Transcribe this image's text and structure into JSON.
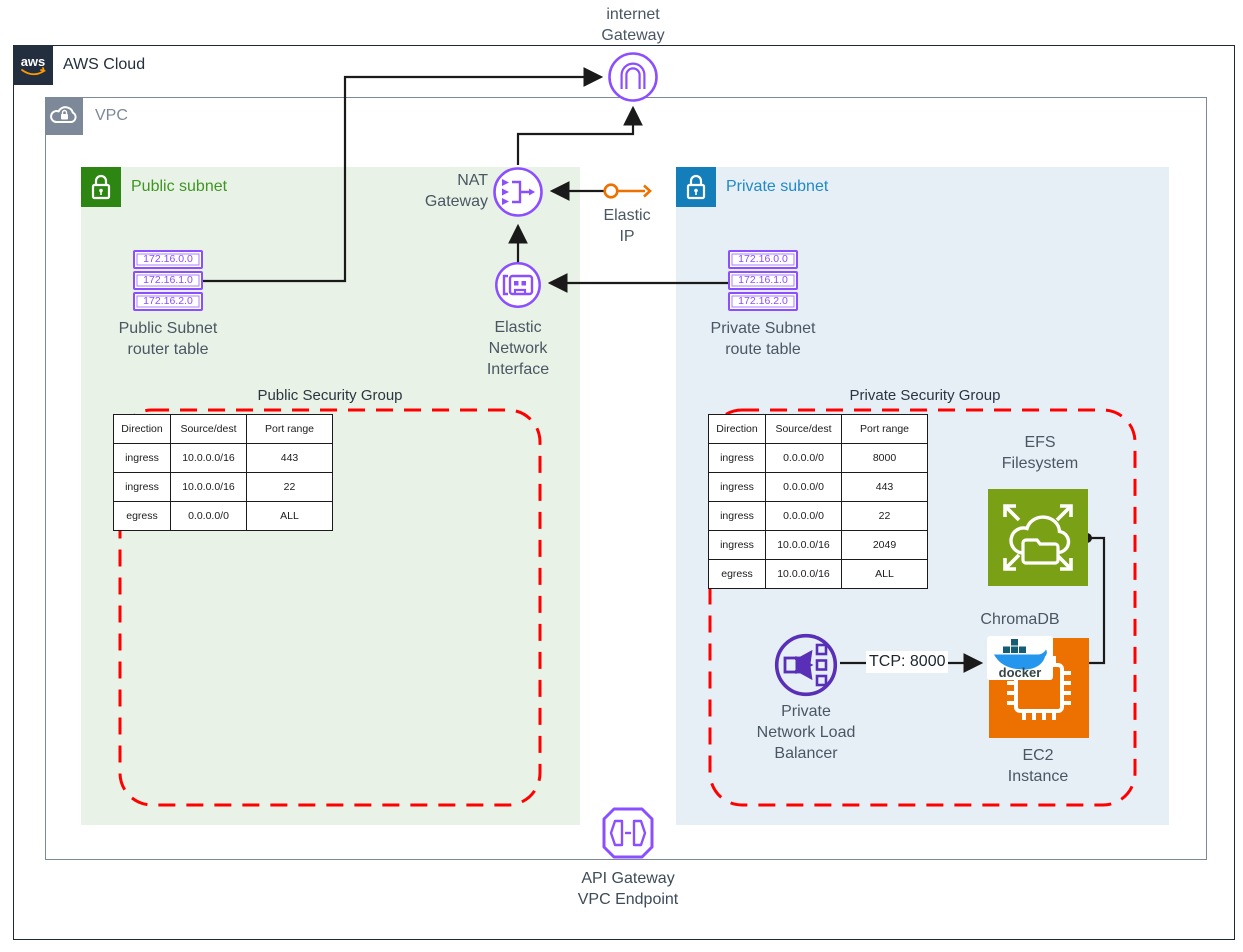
{
  "colors": {
    "aws_navy": "#232F3E",
    "aws_purple": "#8C4FFF",
    "nlb_purple": "#5A2FB8",
    "subnet_green": "#2E8612",
    "subnet_blue": "#147EBA",
    "efs_green": "#7AA116",
    "ec2_orange": "#ED7100",
    "elastic_ip_orange": "#ED7100",
    "security_group_red": "#FF0000",
    "docker_blue": "#2496ED",
    "label_slate": "#4a5763"
  },
  "diagram": {
    "aws_cloud": {
      "logo_text": "aws",
      "label": "AWS Cloud"
    },
    "vpc": {
      "label": "VPC"
    },
    "internet_gateway": {
      "label": "internet\nGateway"
    },
    "nat_gateway": {
      "label": "NAT\nGateway"
    },
    "elastic_ip": {
      "label": "Elastic\nIP"
    },
    "elastic_network_interface": {
      "label": "Elastic\nNetwork\nInterface"
    },
    "api_gateway_endpoint": {
      "label": "API Gateway\nVPC Endpoint"
    },
    "public_subnet": {
      "label": "Public subnet"
    },
    "private_subnet": {
      "label": "Private subnet"
    },
    "public_route_table": {
      "entries": [
        "172.16.0.0",
        "172.16.1.0",
        "172.16.2.0"
      ],
      "label": "Public Subnet\nrouter table"
    },
    "private_route_table": {
      "entries": [
        "172.16.0.0",
        "172.16.1.0",
        "172.16.2.0"
      ],
      "label": "Private Subnet\nroute table"
    },
    "public_security_group": {
      "title": "Public Security Group",
      "headers": [
        "Direction",
        "Source/dest",
        "Port range"
      ],
      "rows": [
        [
          "ingress",
          "10.0.0.0/16",
          "443"
        ],
        [
          "ingress",
          "10.0.0.0/16",
          "22"
        ],
        [
          "egress",
          "0.0.0.0/0",
          "ALL"
        ]
      ]
    },
    "private_security_group": {
      "title": "Private Security Group",
      "headers": [
        "Direction",
        "Source/dest",
        "Port range"
      ],
      "rows": [
        [
          "ingress",
          "0.0.0.0/0",
          "8000"
        ],
        [
          "ingress",
          "0.0.0.0/0",
          "443"
        ],
        [
          "ingress",
          "0.0.0.0/0",
          "22"
        ],
        [
          "ingress",
          "10.0.0.0/16",
          "2049"
        ],
        [
          "egress",
          "10.0.0.0/16",
          "ALL"
        ]
      ]
    },
    "efs": {
      "label": "EFS\nFilesystem"
    },
    "chromadb": {
      "label": "ChromaDB",
      "docker_text": "docker"
    },
    "ec2": {
      "label": "EC2\nInstance"
    },
    "nlb": {
      "label": "Private\nNetwork Load\nBalancer"
    },
    "connection_label": "TCP: 8000"
  }
}
